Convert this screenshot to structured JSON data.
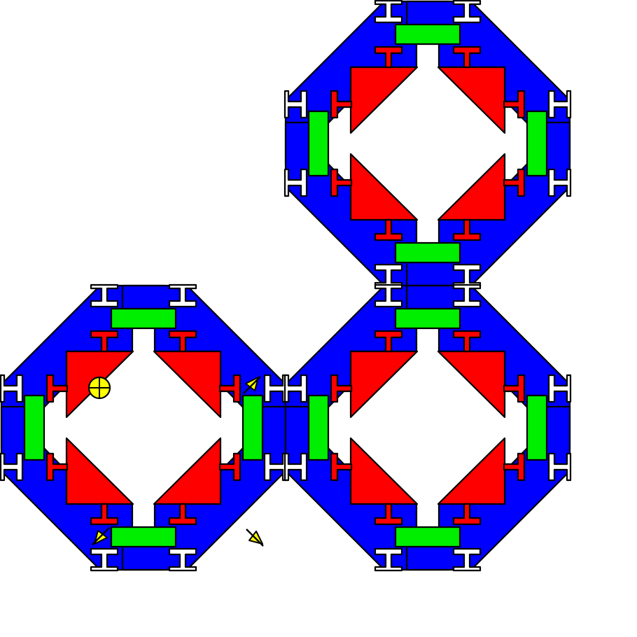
{
  "colors": {
    "background": "#ffffff",
    "frame": "#0000ff",
    "corner": "#ff0000",
    "connector": "#00ee00",
    "marker": "#ffff00",
    "outline": "#000000"
  },
  "rings": [
    {
      "id": "ring-top-right",
      "row": 0,
      "col": 1
    },
    {
      "id": "ring-bottom-left",
      "row": 1,
      "col": 0
    },
    {
      "id": "ring-bottom-right",
      "row": 1,
      "col": 1
    }
  ],
  "markers": [
    {
      "ring": "ring-bottom-left",
      "corner": "top-left",
      "icon": "crosshair-circle-icon"
    },
    {
      "ring": "ring-bottom-left",
      "corner": "top-right",
      "icon": "flag-slash-icon"
    },
    {
      "ring": "ring-bottom-left",
      "corner": "bottom-left",
      "icon": "flag-slash-icon"
    },
    {
      "ring": "ring-bottom-left",
      "corner": "bottom-right",
      "icon": "flag-slash-icon"
    }
  ]
}
